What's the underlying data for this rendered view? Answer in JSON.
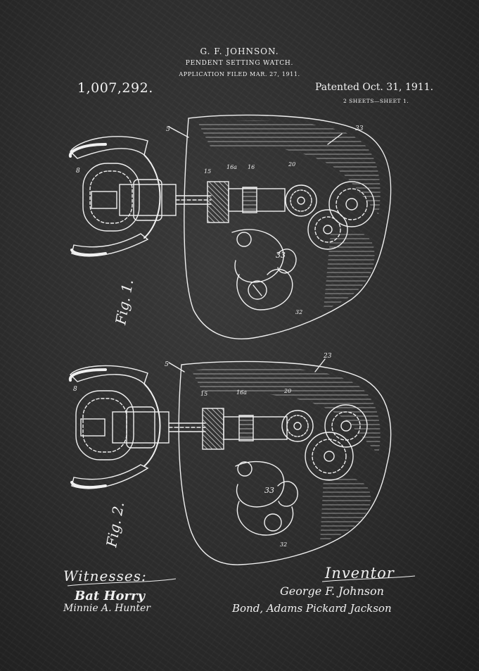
{
  "header": {
    "inventor_name": "G. F. JOHNSON.",
    "title": "PENDENT SETTING WATCH.",
    "application_filed": "APPLICATION FILED MAR. 27, 1911.",
    "patent_number": "1,007,292.",
    "patented": "Patented Oct. 31, 1911.",
    "sheets": "2 SHEETS—SHEET 1."
  },
  "figures": [
    {
      "label": "Fig. 1."
    },
    {
      "label": "Fig. 2."
    }
  ],
  "signatures": {
    "witnesses_label": "Witnesses:",
    "witness_1": "Bat Horry",
    "witness_2": "Minnie A. Hunter",
    "inventor_label": "Inventor",
    "inventor": "George F. Johnson",
    "attorneys": "Bond, Adams Pickard Jackson"
  },
  "colors": {
    "background": "#2c2c2c",
    "ink": "#f2f2f2"
  }
}
